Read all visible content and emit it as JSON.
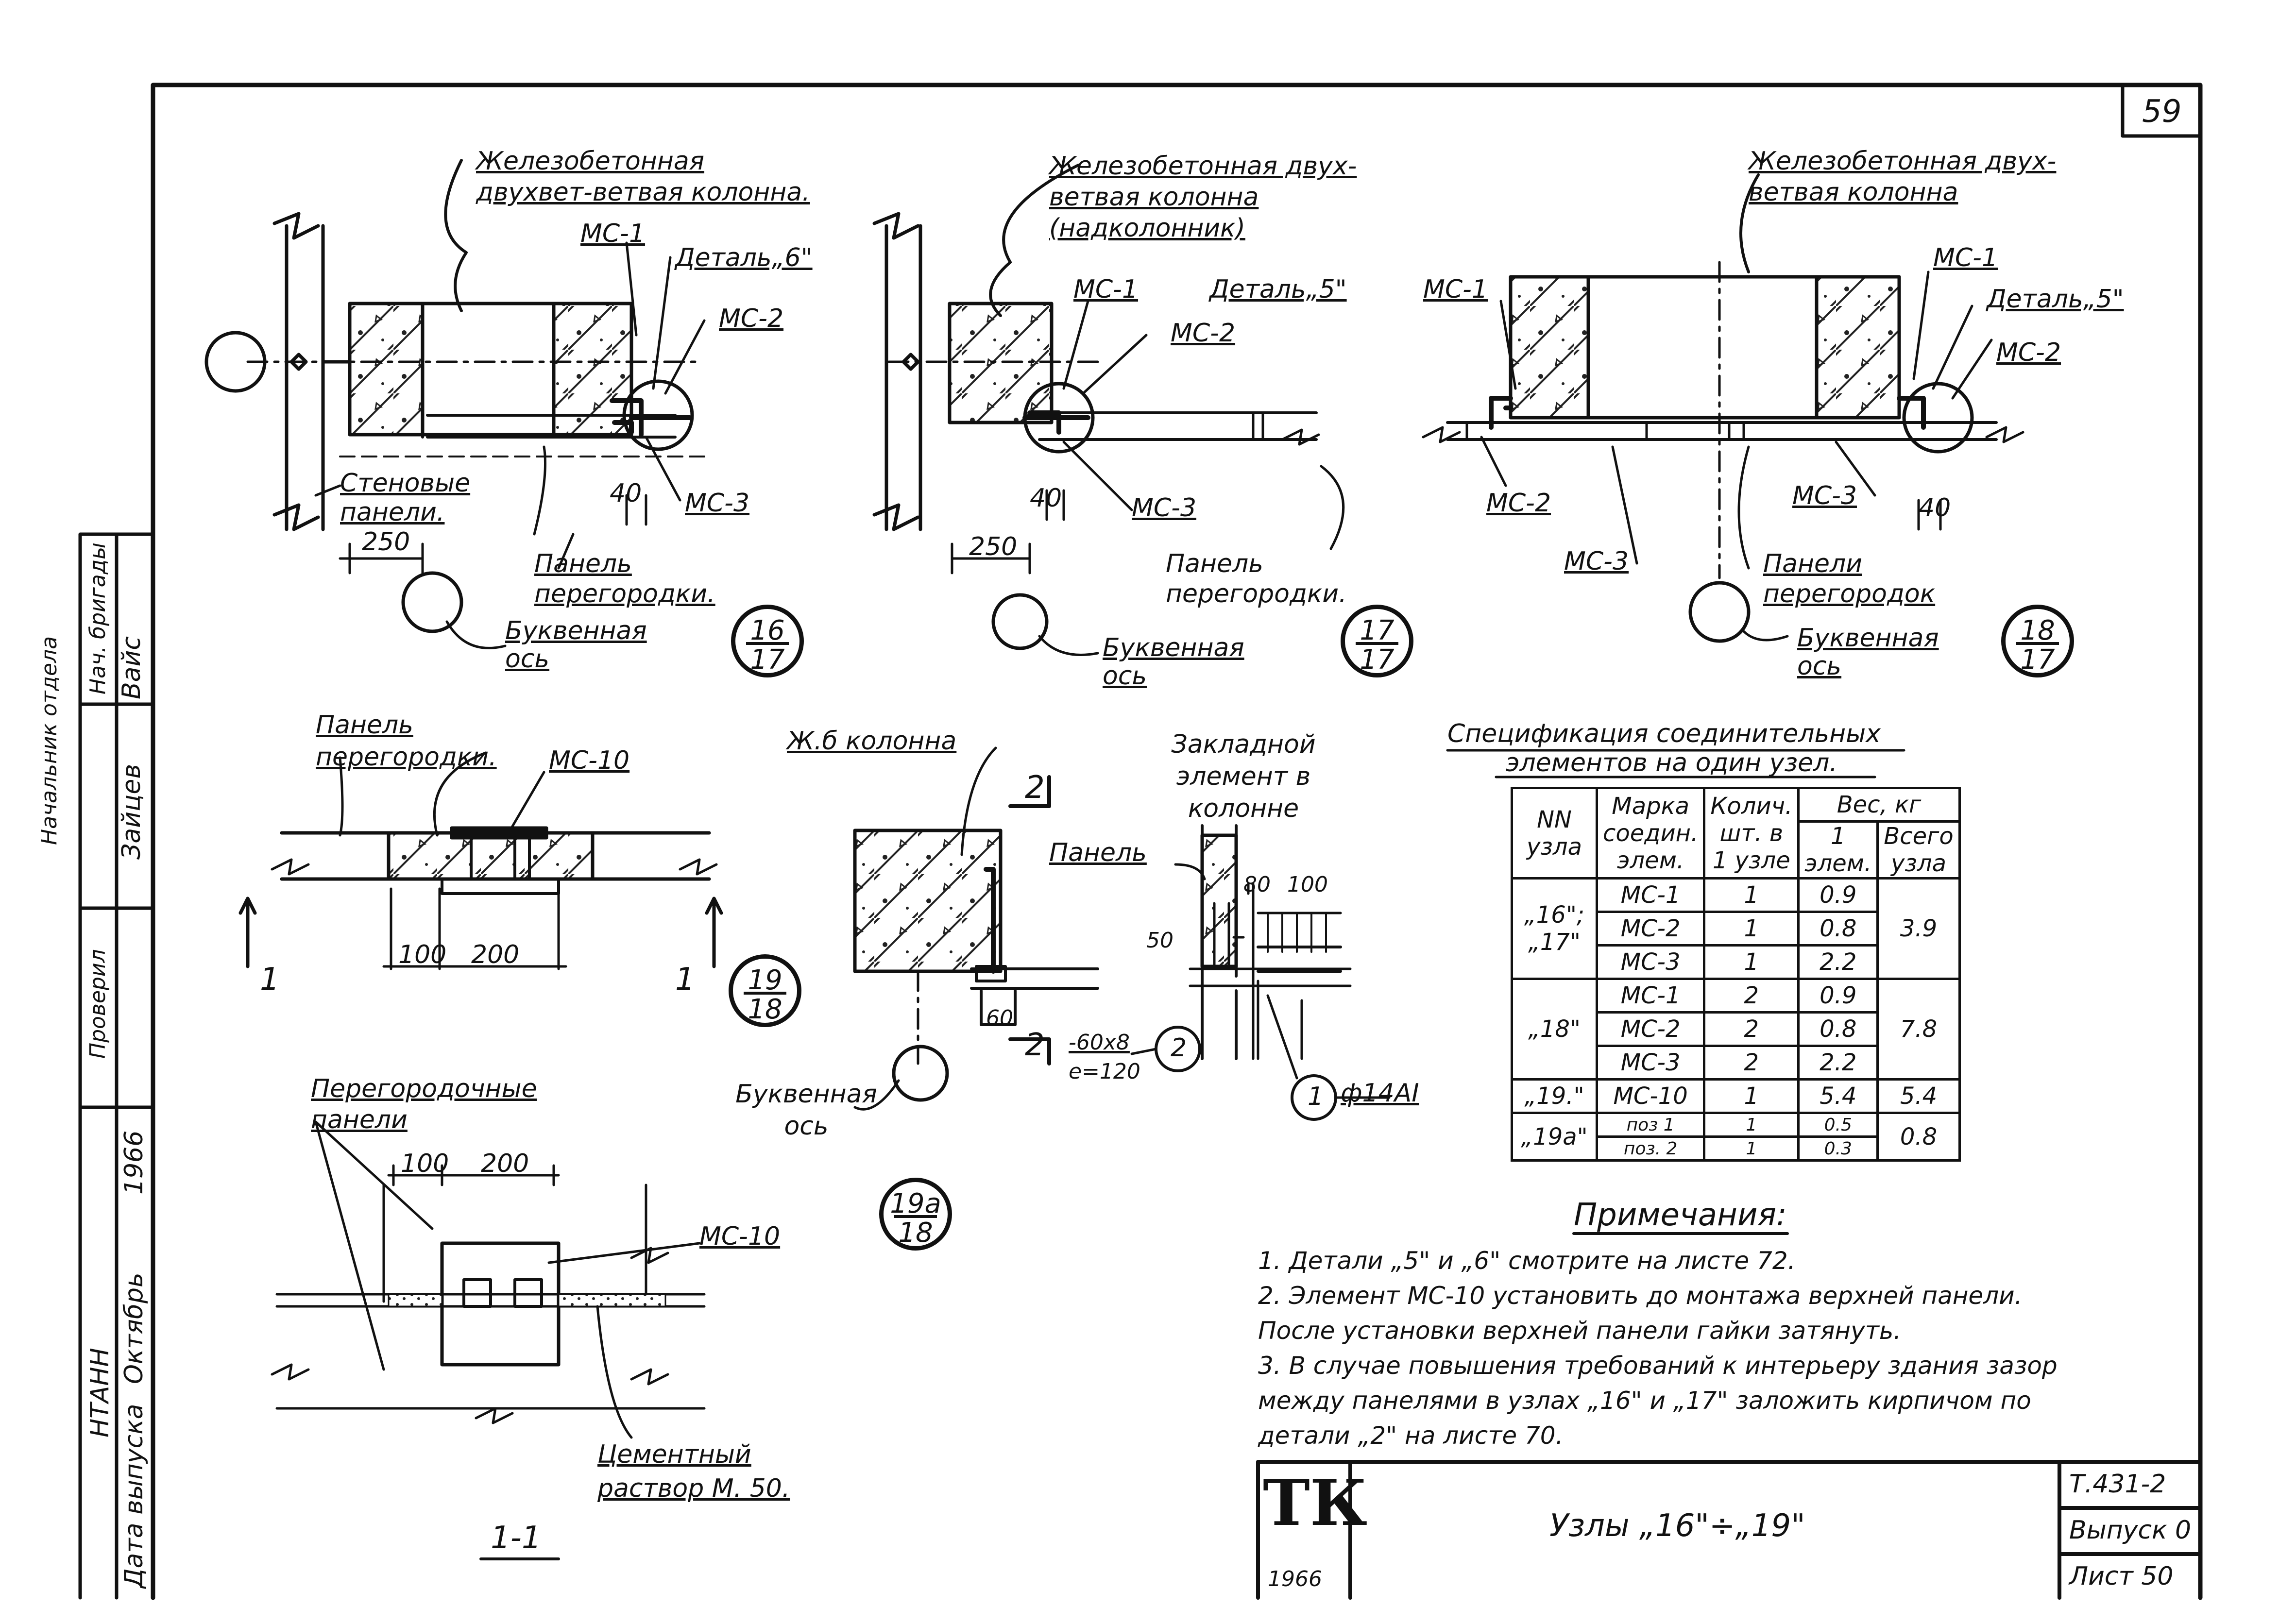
{
  "sheet": {
    "page_number": "59",
    "title_block": {
      "logo": "ТК",
      "year": "1966",
      "title": "Узлы „16\"÷„19\"",
      "series": "Т.431-2",
      "issue": "Выпуск 0",
      "sheet": "Лист 50"
    },
    "stamp": {
      "columns": [
        {
          "role": "Начальник отдела",
          "name": "НТАНН"
        },
        {
          "role": "Проверил",
          "name": "Зайцев"
        },
        {
          "role": "Нач. бригады",
          "name": "Вайс"
        }
      ],
      "date_label": "Дата выпуска",
      "date_value": "Октябрь",
      "year": "1966"
    }
  },
  "node16": {
    "column_label": "Железобетонная двухвет-ветвая колонна.",
    "mc1": "МС-1",
    "detail": "Деталь„6\"",
    "mc2": "МС-2",
    "mc3": "МС-3",
    "wall_panels": "Стеновые панели.",
    "partition_panel": "Панель перегородки.",
    "axis": "Буквенная ось",
    "dim_250": "250",
    "dim_40": "40",
    "ref_num": "16",
    "ref_den": "17"
  },
  "node17": {
    "column_label": "Железобетонная двух-ветвая колонна (надколонник)",
    "mc1": "МС-1",
    "detail": "Деталь„5\"",
    "mc2": "МС-2",
    "mc3": "МС-3",
    "partition_panel": "Панель перегородки.",
    "axis": "Буквенная ось",
    "dim_250": "250",
    "dim_40": "40",
    "ref_num": "17",
    "ref_den": "17"
  },
  "node18": {
    "column_label": "Железобетонная двух-ветвая колонна",
    "mc1_left": "МС-1",
    "mc1_right": "МС-1",
    "detail": "Деталь„5\"",
    "mc2_left": "МС-2",
    "mc2_right": "МС-2",
    "mc3_left": "МС-3",
    "mc3_right": "МС-3",
    "partition_panels": "Панели перегородок",
    "axis": "Буквенная ось",
    "dim_40": "40",
    "ref_num": "18",
    "ref_den": "17"
  },
  "node19": {
    "panel": "Панель перегородки.",
    "mc10": "МС-10",
    "dim_100": "100",
    "dim_200": "200",
    "section": "1",
    "ref_num": "19",
    "ref_den": "18"
  },
  "node19a": {
    "column": "Ж.б колонна",
    "embedded": "Закладной элемент в колонне",
    "panel": "Панель",
    "dim_80": "80",
    "dim_100": "100",
    "dim_50": "50",
    "dim_60": "60",
    "cut": "2",
    "plate": "-60x8",
    "plate_len": "е=120",
    "pos2": "2",
    "pos1": "1",
    "rebar": "ф14АI",
    "axis": "Буквенная ось",
    "ref_num": "19а",
    "ref_den": "18"
  },
  "section11": {
    "panels": "Перегородочные панели",
    "dim_100": "100",
    "dim_200": "200",
    "mc10": "МС-10",
    "mortar": "Цементный раствор М. 50.",
    "title": "1-1"
  },
  "spec": {
    "title_line1": "Спецификация соединительных",
    "title_line2": "элементов на один узел.",
    "headers": {
      "node": "NN узла",
      "mark": "Марка соедин. элем.",
      "qty": "Колич. шт. в 1 узле",
      "weight": "Вес, кг",
      "per_elem": "1 элем.",
      "total": "Всего узла"
    },
    "rows": [
      {
        "node": "„16\"; „17\"",
        "items": [
          [
            "МС-1",
            "1",
            "0.9"
          ],
          [
            "МС-2",
            "1",
            "0.8"
          ],
          [
            "МС-3",
            "1",
            "2.2"
          ]
        ],
        "total": "3.9"
      },
      {
        "node": "„18\"",
        "items": [
          [
            "МС-1",
            "2",
            "0.9"
          ],
          [
            "МС-2",
            "2",
            "0.8"
          ],
          [
            "МС-3",
            "2",
            "2.2"
          ]
        ],
        "total": "7.8"
      },
      {
        "node": "„19.\"",
        "items": [
          [
            "МС-10",
            "1",
            "5.4"
          ]
        ],
        "total": "5.4"
      },
      {
        "node": "„19а\"",
        "items": [
          [
            "поз 1",
            "1",
            "0.5"
          ],
          [
            "поз. 2",
            "1",
            "0.3"
          ]
        ],
        "total": "0.8"
      }
    ]
  },
  "notes": {
    "title": "Примечания:",
    "lines": [
      "1. Детали „5\" и „6\" смотрите на листе 72.",
      "2. Элемент МС-10 установить до монтажа верхней панели.",
      "После установки верхней панели гайки затянуть.",
      "3. В случае повышения требований к интерьеру здания зазор",
      "между панелями в узлах „16\" и „17\" заложить кирпичом по",
      "детали „2\" на листе 70."
    ]
  }
}
